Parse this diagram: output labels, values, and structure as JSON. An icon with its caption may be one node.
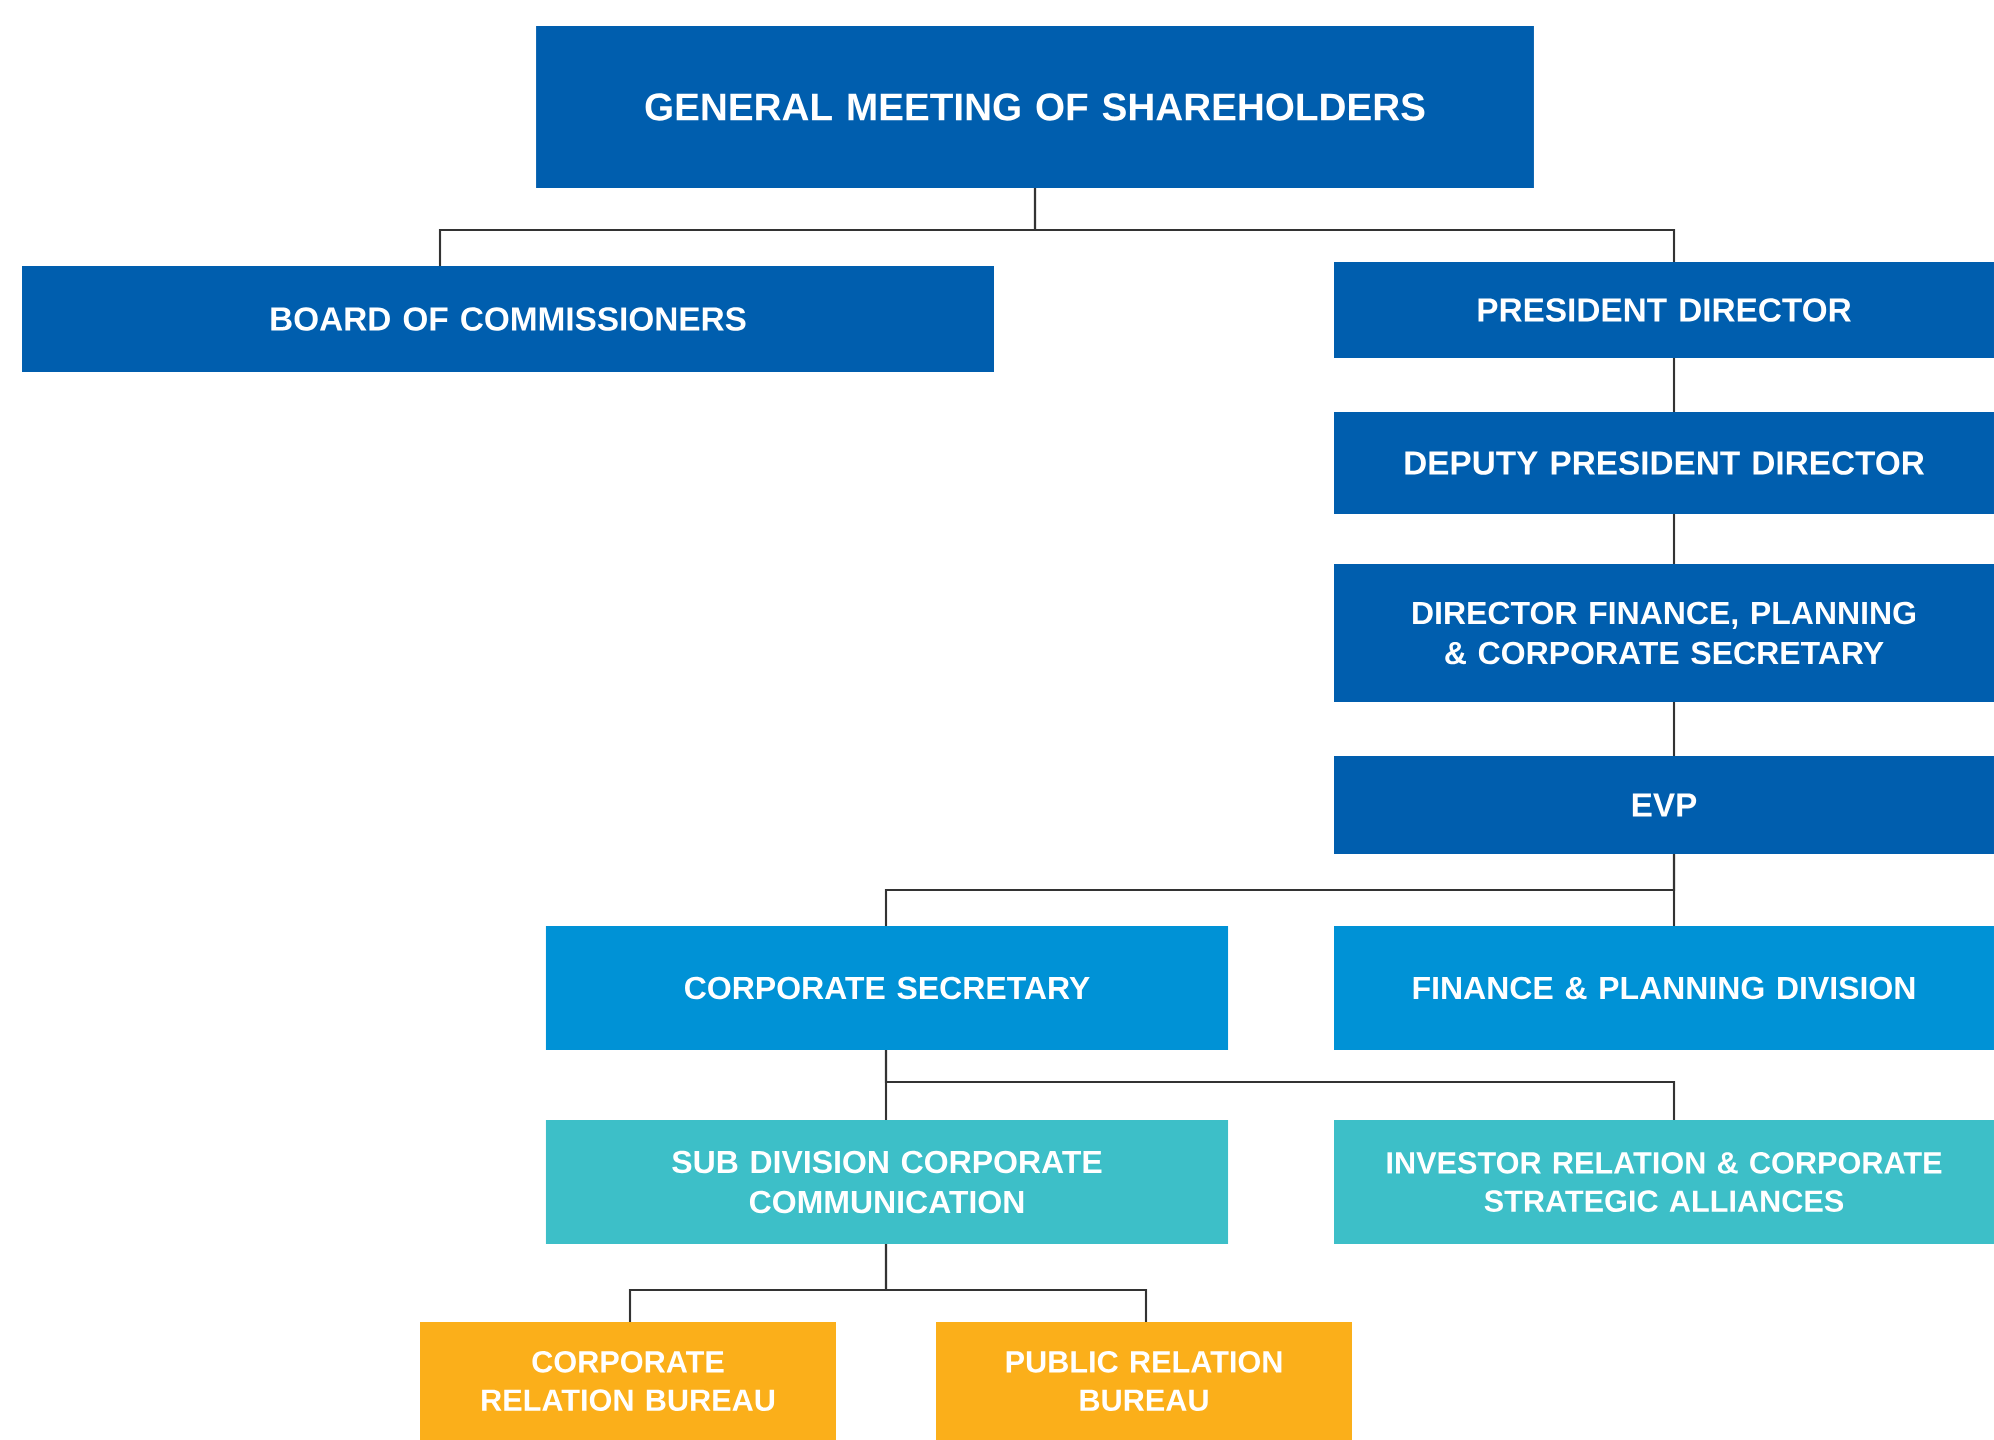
{
  "diagram": {
    "nodes": [
      {
        "text": [
          "GENERAL MEETING OF SHAREHOLDERS"
        ]
      },
      {
        "text": [
          "BOARD OF COMMISSIONERS"
        ]
      },
      {
        "text": [
          "PRESIDENT DIRECTOR"
        ]
      },
      {
        "text": [
          "DEPUTY PRESIDENT DIRECTOR"
        ]
      },
      {
        "text": [
          "DIRECTOR FINANCE, PLANNING & CORPORATE SECRETARY"
        ]
      },
      {
        "text": [
          "EVP"
        ]
      },
      {
        "text": [
          "CORPORATE SECRETARY"
        ]
      },
      {
        "text": [
          "FINANCE & PLANNING DIVISION"
        ]
      },
      {
        "text": [
          "SUB DIVISION CORPORATE COMMUNICATION"
        ]
      },
      {
        "text": [
          "INVESTOR RELATION & CORPORATE STRATEGIC ALLIANCES"
        ]
      },
      {
        "text": [
          "CORPORATE RELATION BUREAU"
        ]
      },
      {
        "text": [
          "PUBLIC RELATION BUREAU"
        ]
      }
    ],
    "edges": [
      {
        "from": 0,
        "to": 1,
        "arrow": "none"
      },
      {
        "from": 0,
        "to": 2,
        "arrow": "none"
      },
      {
        "from": 2,
        "to": 3,
        "arrow": "none"
      },
      {
        "from": 3,
        "to": 4,
        "arrow": "none"
      },
      {
        "from": 4,
        "to": 5,
        "arrow": "none"
      },
      {
        "from": 5,
        "to": 6,
        "arrow": "none"
      },
      {
        "from": 5,
        "to": 7,
        "arrow": "none"
      },
      {
        "from": 6,
        "to": 8,
        "arrow": "none"
      },
      {
        "from": 6,
        "to": 9,
        "arrow": "none"
      },
      {
        "from": 8,
        "to": 10,
        "arrow": "none"
      },
      {
        "from": 8,
        "to": 11,
        "arrow": "none"
      }
    ]
  }
}
